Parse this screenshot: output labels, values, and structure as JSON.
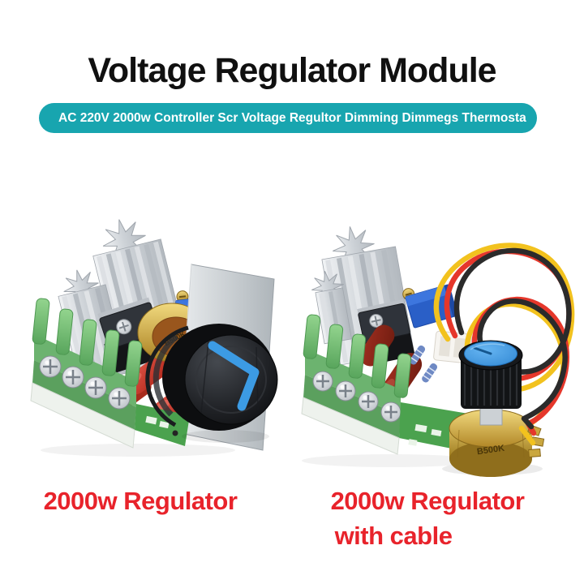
{
  "header": {
    "title": "Voltage Regulator Module",
    "banner_text": "AC 220V 2000w Controller Scr Voltage Regultor Dimming Dimmegs Thermosta"
  },
  "products": [
    {
      "id": "2000w-regulator",
      "caption_line1": "2000w Regulator",
      "pot_label": "B500K"
    },
    {
      "id": "2000w-regulator-with-cable",
      "caption_line1": "2000w Regulator",
      "caption_line2": "with cable",
      "pot_label": "B500K"
    }
  ],
  "colors": {
    "background": "#ffffff",
    "title": "#101010",
    "banner_bg": "#18a5af",
    "banner_text": "#ffffff",
    "caption_red": "#e8232b",
    "pcb_green": "#4ba24e",
    "terminal_green": "#7cc77e",
    "heatsink_silver": "#c9ced3",
    "capacitor_red": "#c43022",
    "capacitor_maroon": "#93281a",
    "trimmer_blue": "#2a5fc7",
    "brass_gold": "#c9a237",
    "knob_black": "#1a1c1f",
    "knob_pointer_blue": "#3c9be4",
    "blue_knob_top": "#3f9ee8",
    "wire_red": "#e5372b",
    "wire_yellow": "#f2c21e",
    "wire_black": "#2b2b2b",
    "plate_silver": "#c9cdd1"
  }
}
